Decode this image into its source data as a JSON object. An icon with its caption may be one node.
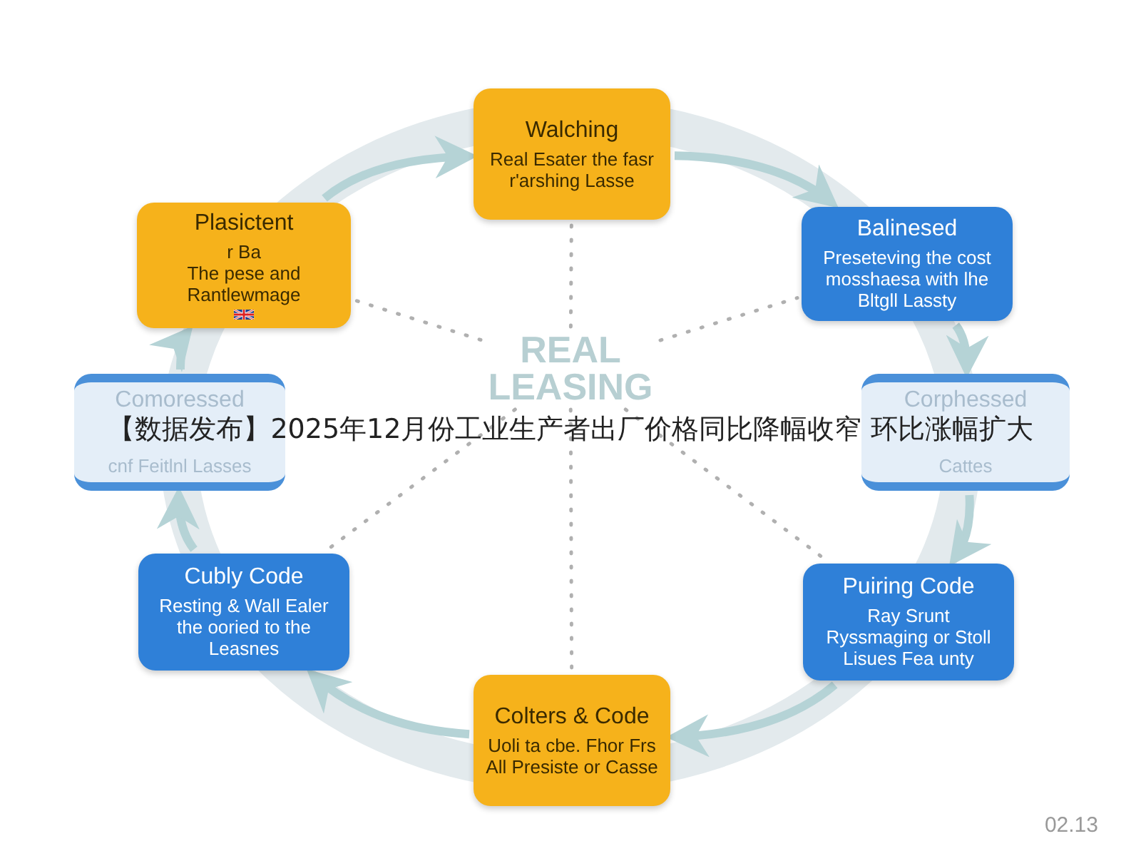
{
  "diagram": {
    "title": "【数据发布】2025年12月份工业生产者出厂价格同比降幅收窄 环比涨幅扩大",
    "nodes": [
      {
        "text": [
          "Walching",
          "Real Esater the fasr r'arshing Lasse"
        ]
      },
      {
        "text": [
          "Balinesed",
          "Preseteving the cost mosshaesa with lhe Bltgll Lassty"
        ]
      },
      {
        "text": [
          "Corphessed",
          "Cattes"
        ]
      },
      {
        "text": [
          "Puiring Code",
          "Ray Srunt Ryssmaging or Stoll Lisues Fea unty"
        ]
      },
      {
        "text": [
          "Colters & Code",
          "Uoli ta cbe. Fhor Frs All Presiste or Casse"
        ]
      },
      {
        "text": [
          "Cubly Code",
          "Resting & Wall Ealer the ooried to the Leasnes"
        ]
      },
      {
        "text": [
          "Comoressed",
          "cnf Feitlnl Lasses"
        ]
      },
      {
        "text": [
          "Plasictent",
          "r Ba",
          "The pese and Rantlewmage"
        ]
      },
      {
        "text": [
          "REAL LEASING"
        ]
      }
    ],
    "edges": [
      {
        "from": 0,
        "to": 1,
        "arrow": "to"
      },
      {
        "from": 1,
        "to": 2,
        "arrow": "to"
      },
      {
        "from": 2,
        "to": 3,
        "arrow": "to"
      },
      {
        "from": 3,
        "to": 4,
        "arrow": "to"
      },
      {
        "from": 4,
        "to": 5,
        "arrow": "to"
      },
      {
        "from": 5,
        "to": 6,
        "arrow": "to"
      },
      {
        "from": 6,
        "to": 7,
        "arrow": "to"
      },
      {
        "from": 7,
        "to": 0,
        "arrow": "to"
      },
      {
        "from": 8,
        "to": 0,
        "arrow": "none",
        "style": "dashed"
      },
      {
        "from": 8,
        "to": 1,
        "arrow": "none",
        "style": "dashed"
      },
      {
        "from": 8,
        "to": 3,
        "arrow": "none",
        "style": "dashed"
      },
      {
        "from": 8,
        "to": 4,
        "arrow": "none",
        "style": "dashed"
      },
      {
        "from": 8,
        "to": 5,
        "arrow": "none",
        "style": "dashed"
      },
      {
        "from": 8,
        "to": 7,
        "arrow": "none",
        "style": "dashed"
      }
    ],
    "labels": [
      "02.13"
    ]
  }
}
